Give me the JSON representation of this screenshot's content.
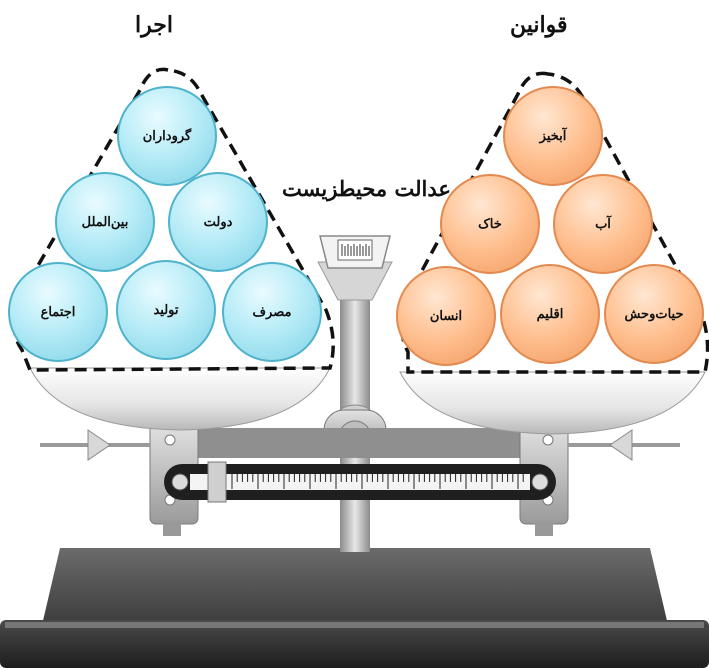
{
  "left_title": "اجرا",
  "right_title": "قوانین",
  "center_title": "عدالت محیطزیست",
  "left_items": [
    "گروداران",
    "بین‌الملل",
    "دولت",
    "اجتماع",
    "تولید",
    "مصرف"
  ],
  "right_items": [
    "آبخیز",
    "خاک",
    "آب",
    "انسان",
    "اقلیم",
    "حیات‌وحش"
  ],
  "colors": {
    "blue_ball": "#9fe0ef",
    "orange_ball": "#ffb27a",
    "dashed_outline": "#111111",
    "scale_base": "#3a3a3a"
  }
}
